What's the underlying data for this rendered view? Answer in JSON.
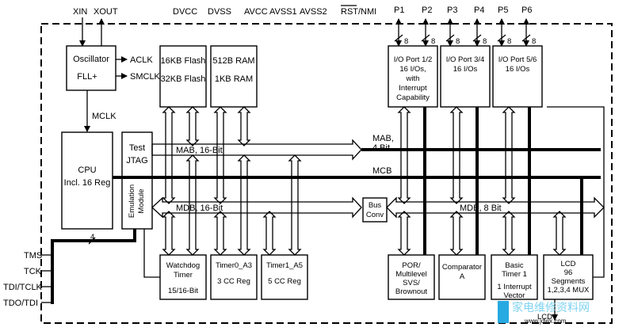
{
  "signals": {
    "xin": "XIN",
    "xout": "XOUT",
    "dvcc": "DVCC",
    "dvss": "DVSS",
    "avcc": "AVCC",
    "avss1": "AVSS1",
    "avss2": "AVSS2",
    "rst": "RST/NMI",
    "p1": "P1",
    "p2": "P2",
    "p3": "P3",
    "p4": "P4",
    "p5": "P5",
    "p6": "P6",
    "tms": "TMS",
    "tck": "TCK",
    "tdi": "TDI/TCLK",
    "tdo": "TDO/TDI",
    "aclk": "ACLK",
    "smclk": "SMCLK",
    "mclk": "MCLK",
    "lcd": "LCD"
  },
  "bus_widths": {
    "port": "8",
    "jtag": "4"
  },
  "blocks": {
    "oscillator": [
      "Oscillator",
      "FLL+"
    ],
    "flash": [
      "16KB Flash",
      "32KB Flash"
    ],
    "ram": [
      "512B RAM",
      "1KB RAM"
    ],
    "io12": [
      "I/O Port 1/2",
      "16 I/Os,",
      "with",
      "Interrupt",
      "Capability"
    ],
    "io34": [
      "I/O Port 3/4",
      "16 I/Os"
    ],
    "io56": [
      "I/O Port 5/6",
      "16 I/Os"
    ],
    "cpu": [
      "CPU",
      "Incl. 16 Reg"
    ],
    "test": [
      "Test",
      "JTAG"
    ],
    "emulation": [
      "Emulation",
      "Module"
    ],
    "busconv": [
      "Bus",
      "Conv"
    ],
    "watchdog": [
      "Watchdog",
      "Timer",
      "15/16-Bit"
    ],
    "timer0": [
      "Timer0_A3",
      "3 CC Reg"
    ],
    "timer1": [
      "Timer1_A5",
      "5 CC Reg"
    ],
    "por": [
      "POR/",
      "Multilevel",
      "SVS/",
      "Brownout"
    ],
    "comparator": [
      "Comparator",
      "A"
    ],
    "basictimer": [
      "Basic",
      "Timer 1",
      "1 Interrupt",
      "Vector"
    ],
    "lcdblock": [
      "LCD",
      "96",
      "Segments",
      "1,2,3,4 MUX"
    ]
  },
  "buses": {
    "mab16": "MAB, 16-Bit",
    "mab4": [
      "MAB,",
      "4 Bit"
    ],
    "mcb": "MCB",
    "mdb16": "MDB, 16-Bit",
    "mdb8": "MDB, 8 Bit"
  },
  "watermark": {
    "text": "家电维修资料网",
    "url": "www.jdwx.com"
  }
}
